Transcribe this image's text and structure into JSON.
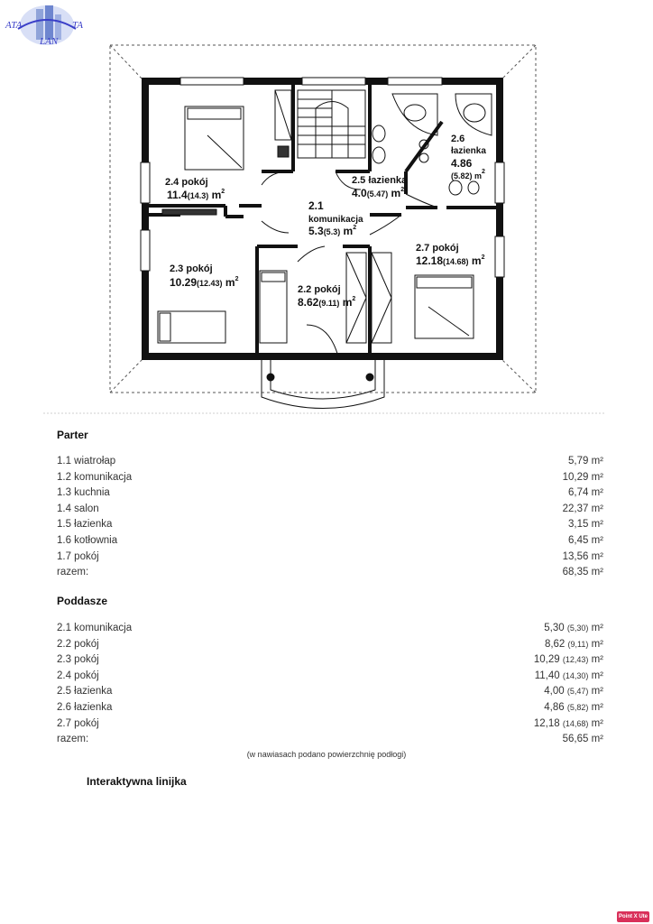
{
  "logo": {
    "text_left": "ATA",
    "text_right": "TA",
    "text_bottom": "LAN"
  },
  "plan": {
    "rooms": [
      {
        "num": "2.4",
        "name": "pokój",
        "area": "11.4",
        "floor": "(14.3)",
        "unit": "m"
      },
      {
        "num": "2.5",
        "name": "łazienka",
        "area": "4.0",
        "floor": "(5.47)",
        "unit": "m"
      },
      {
        "num": "2.6",
        "name": "łazienka",
        "area": "4.86",
        "floor": "(5.82)",
        "unit": "m"
      },
      {
        "num": "2.1",
        "name": "komunikacja",
        "area": "5.3",
        "floor": "(5.3)",
        "unit": "m"
      },
      {
        "num": "2.7",
        "name": "pokój",
        "area": "12.18",
        "floor": "(14.68)",
        "unit": "m"
      },
      {
        "num": "2.3",
        "name": "pokój",
        "area": "10.29",
        "floor": "(12.43)",
        "unit": "m"
      },
      {
        "num": "2.2",
        "name": "pokój",
        "area": "8.62",
        "floor": "(9.11)",
        "unit": "m"
      }
    ],
    "sup": "2"
  },
  "parter": {
    "title": "Parter",
    "rows": [
      {
        "label": "1.1 wiatrołap",
        "value": "5,79 m²"
      },
      {
        "label": "1.2 komunikacja",
        "value": "10,29 m²"
      },
      {
        "label": "1.3 kuchnia",
        "value": "6,74 m²"
      },
      {
        "label": "1.4 salon",
        "value": "22,37 m²"
      },
      {
        "label": "1.5 łazienka",
        "value": "3,15 m²"
      },
      {
        "label": "1.6 kotłownia",
        "value": "6,45 m²"
      },
      {
        "label": "1.7 pokój",
        "value": "13,56 m²"
      },
      {
        "label": "razem:",
        "value": "68,35 m²"
      }
    ]
  },
  "poddasze": {
    "title": "Poddasze",
    "rows": [
      {
        "label": "2.1 komunikacja",
        "value": "5,30",
        "floor": "(5,30)",
        "unit": "m²"
      },
      {
        "label": "2.2 pokój",
        "value": "8,62",
        "floor": "(9,11)",
        "unit": "m²"
      },
      {
        "label": "2.3 pokój",
        "value": "10,29",
        "floor": "(12,43)",
        "unit": "m²"
      },
      {
        "label": "2.4 pokój",
        "value": "11,40",
        "floor": "(14,30)",
        "unit": "m²"
      },
      {
        "label": "2.5 łazienka",
        "value": "4,00",
        "floor": "(5,47)",
        "unit": "m²"
      },
      {
        "label": "2.6 łazienka",
        "value": "4,86",
        "floor": "(5,82)",
        "unit": "m²"
      },
      {
        "label": "2.7 pokój",
        "value": "12,18",
        "floor": "(14,68)",
        "unit": "m²"
      },
      {
        "label": "razem:",
        "value": "56,65 m²",
        "floor": "",
        "unit": ""
      }
    ]
  },
  "note": "(w nawiasach podano powierzchnię podłogi)",
  "ruler_title": "Interaktywna linijka",
  "badge": "Point X Ute"
}
